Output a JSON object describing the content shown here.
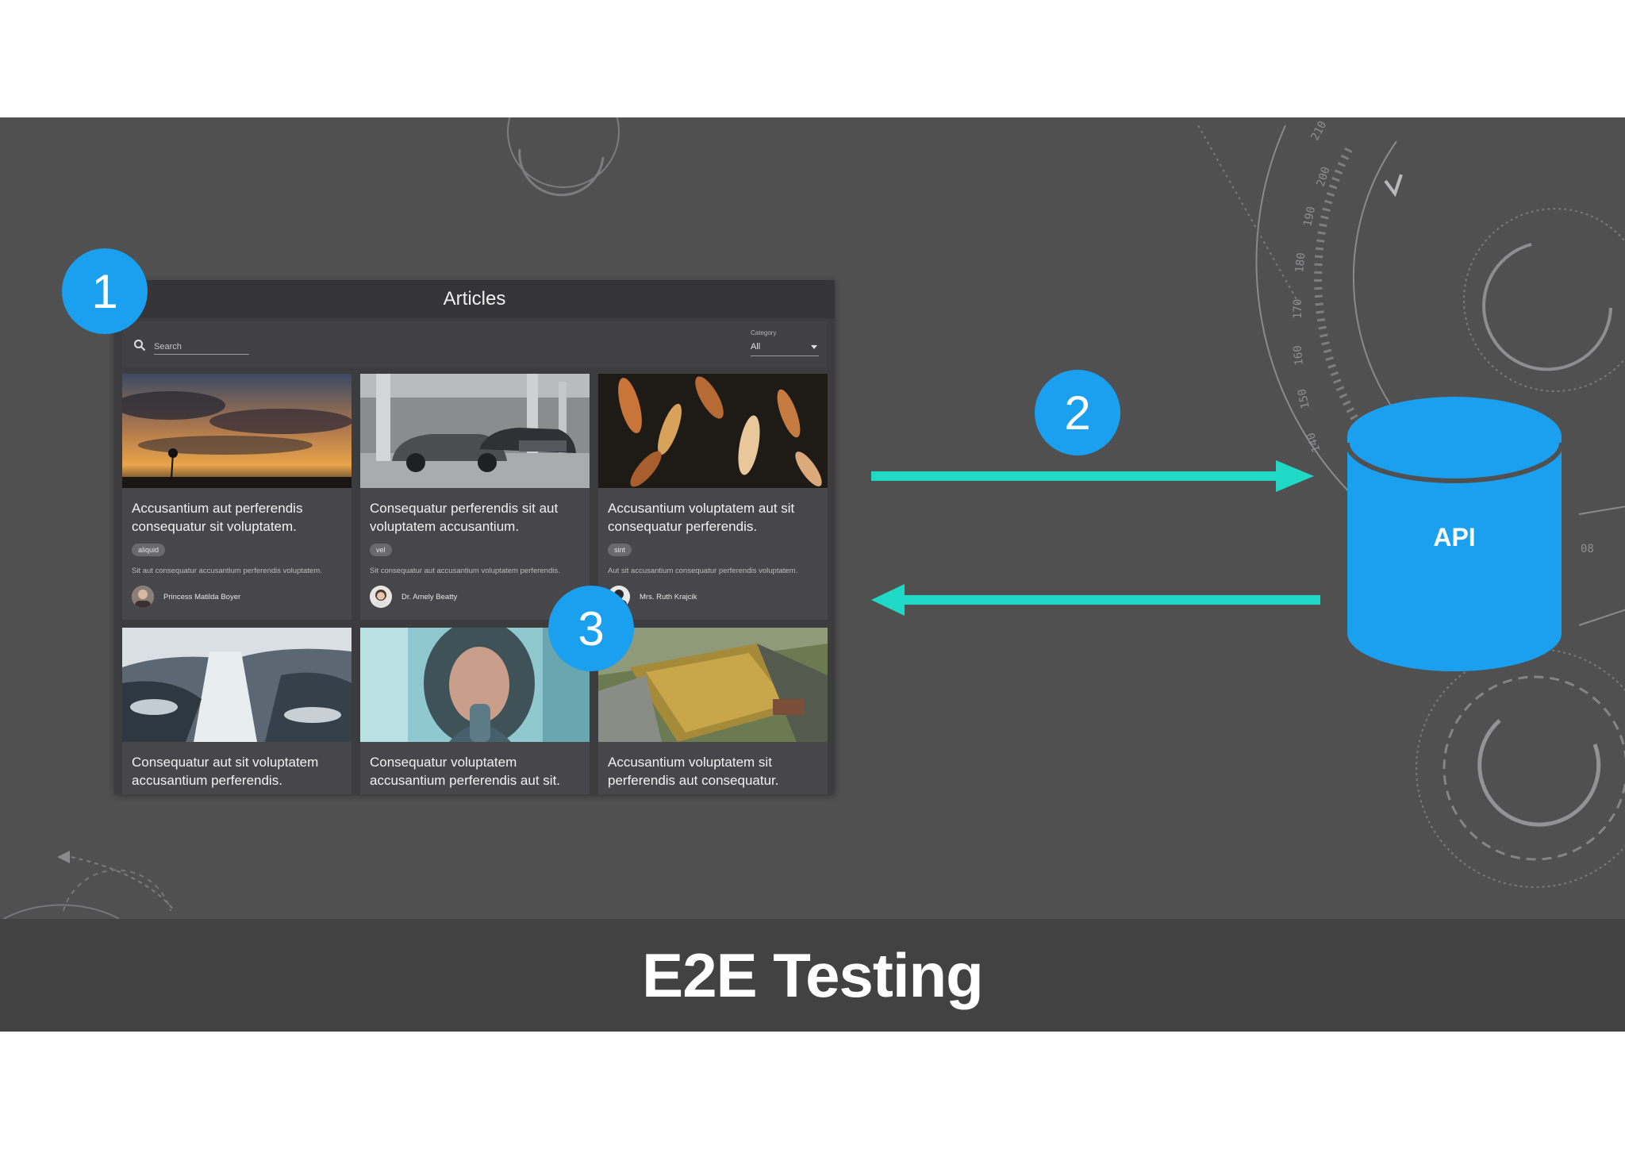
{
  "slide": {
    "title": "E2E Testing",
    "colors": {
      "background": "#515051",
      "footer": "#434243",
      "accent_blue": "#1aa0ef",
      "arrow_teal": "#1fd8c6"
    }
  },
  "badges": [
    {
      "number": "1"
    },
    {
      "number": "2"
    },
    {
      "number": "3"
    }
  ],
  "api": {
    "label": "API"
  },
  "app": {
    "title": "Articles",
    "search": {
      "placeholder": "Search",
      "icon": "search-icon"
    },
    "category": {
      "label": "Category",
      "value": "All",
      "icon": "chevron-down-icon"
    },
    "cards": [
      {
        "image": "sunset",
        "title": "Accusantium aut perferendis consequatur sit voluptatem.",
        "tag": "aliquid",
        "description": "Sit aut consequatur accusantium perferendis voluptatem.",
        "author": "Princess Matilda Boyer"
      },
      {
        "image": "parking-garage",
        "title": "Consequatur perferendis sit aut voluptatem accusantium.",
        "tag": "vel",
        "description": "Sit consequatur aut accusantium voluptatem perferendis.",
        "author": "Dr. Amely Beatty"
      },
      {
        "image": "koi-fish",
        "title": "Accusantium voluptatem aut sit consequatur perferendis.",
        "tag": "sint",
        "description": "Aut sit accusantium consequatur perferendis voluptatem.",
        "author": "Mrs. Ruth Krajcik"
      },
      {
        "image": "waterfall",
        "title": "Consequatur aut sit voluptatem accusantium perferendis.",
        "tag": "",
        "description": "",
        "author": ""
      },
      {
        "image": "woman-portrait",
        "title": "Consequatur voluptatem accusantium perferendis aut sit.",
        "tag": "",
        "description": "",
        "author": ""
      },
      {
        "image": "construction-site",
        "title": "Accusantium voluptatem sit perferendis aut consequatur.",
        "tag": "",
        "description": "",
        "author": ""
      }
    ]
  },
  "decor": {
    "dial_numbers": [
      "210",
      "200",
      "190",
      "180",
      "170",
      "160",
      "150",
      "140",
      "08"
    ]
  }
}
